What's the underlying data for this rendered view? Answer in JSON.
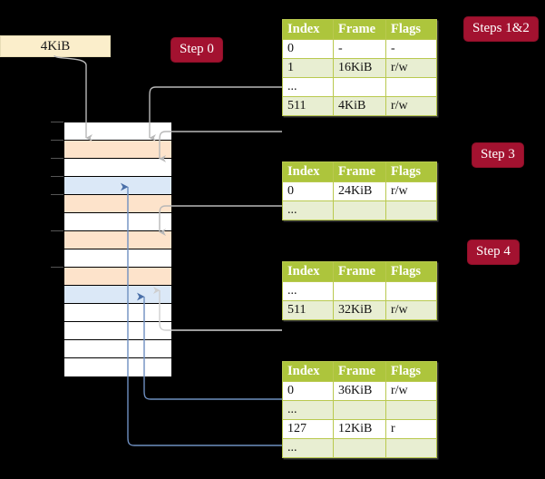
{
  "figure": {
    "title": "Multi-level page table walk diagram",
    "background_color": "#000000"
  },
  "labels": {
    "size_label": "4KiB",
    "step0": "Step 0",
    "steps12": "Steps 1&2",
    "step3": "Step 3",
    "step4": "Step 4"
  },
  "colors": {
    "badge": "#a31230",
    "table_header": "#adc53c",
    "table_alt_row": "#e8eed2",
    "table_highlight": "#fbf7a8",
    "size_label_bg": "#fbeecb",
    "mem_orange": "#fde3cb",
    "mem_blue": "#dbe8f7",
    "wire_gray": "#b8b8b8",
    "wire_blue": "#6e8fc0"
  },
  "tables": [
    {
      "name": "page-table-level-0",
      "columns": [
        "Index",
        "Frame",
        "Flags"
      ],
      "rows": [
        {
          "style": "plain",
          "cells": [
            "0",
            "-",
            "-"
          ]
        },
        {
          "style": "alt",
          "cells": [
            "1",
            "16KiB",
            "r/w"
          ]
        },
        {
          "style": "plain",
          "cells": [
            "...",
            "",
            ""
          ]
        },
        {
          "style": "alt",
          "highlight": true,
          "cells": [
            "511",
            "4KiB",
            "r/w"
          ]
        }
      ]
    },
    {
      "name": "page-table-level-1",
      "columns": [
        "Index",
        "Frame",
        "Flags"
      ],
      "rows": [
        {
          "style": "plain",
          "cells": [
            "0",
            "24KiB",
            "r/w"
          ]
        },
        {
          "style": "alt",
          "cells": [
            "...",
            "",
            ""
          ]
        }
      ]
    },
    {
      "name": "page-table-level-2",
      "columns": [
        "Index",
        "Frame",
        "Flags"
      ],
      "rows": [
        {
          "style": "plain",
          "cells": [
            "...",
            "",
            ""
          ]
        },
        {
          "style": "alt",
          "cells": [
            "511",
            "32KiB",
            "r/w"
          ]
        }
      ]
    },
    {
      "name": "page-table-level-3",
      "columns": [
        "Index",
        "Frame",
        "Flags"
      ],
      "rows": [
        {
          "style": "plain",
          "cells": [
            "0",
            "36KiB",
            "r/w"
          ]
        },
        {
          "style": "alt",
          "cells": [
            "...",
            "",
            ""
          ]
        },
        {
          "style": "plain",
          "cells": [
            "127",
            "12KiB",
            "r"
          ]
        },
        {
          "style": "alt",
          "cells": [
            "...",
            "",
            ""
          ]
        }
      ]
    }
  ],
  "memory_column": {
    "name": "physical-memory-column",
    "rows": [
      {
        "fill": "white"
      },
      {
        "fill": "orange"
      },
      {
        "fill": "white"
      },
      {
        "fill": "blue"
      },
      {
        "fill": "orange"
      },
      {
        "fill": "white"
      },
      {
        "fill": "orange"
      },
      {
        "fill": "white"
      },
      {
        "fill": "orange"
      },
      {
        "fill": "blue"
      },
      {
        "fill": "white"
      },
      {
        "fill": "white"
      },
      {
        "fill": "white"
      },
      {
        "fill": "white"
      }
    ]
  }
}
